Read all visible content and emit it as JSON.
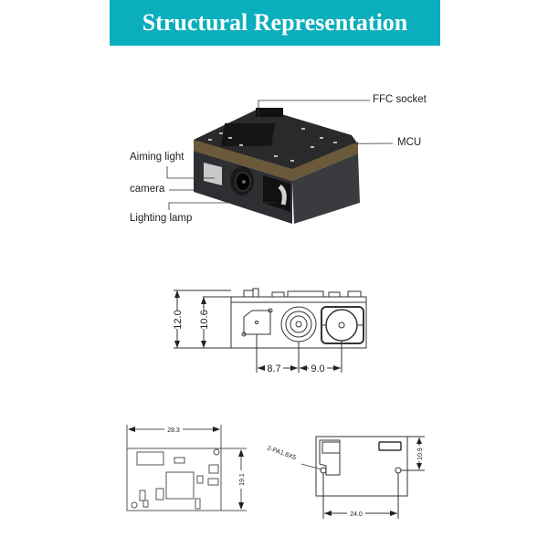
{
  "header": {
    "title": "Structural Representation",
    "background": "#0aaebc"
  },
  "photo": {
    "callouts": [
      {
        "id": "ffc",
        "label": "FFC socket"
      },
      {
        "id": "mcu",
        "label": "MCU"
      },
      {
        "id": "aiming",
        "label": "Aiming light"
      },
      {
        "id": "camera",
        "label": "camera"
      },
      {
        "id": "lamp",
        "label": "Lighting lamp"
      }
    ]
  },
  "front_view": {
    "dims": {
      "total_height": "12.0",
      "body_height": "10.6",
      "aim_to_camera": "8.7",
      "camera_to_lamp": "9.0"
    }
  },
  "top_view": {
    "dims": {
      "width": "28.3",
      "height": "19.1"
    }
  },
  "bottom_view": {
    "screw_label": "2-PA1.6X5",
    "dims": {
      "hole_spacing": "24.0",
      "hole_height": "10.9"
    }
  }
}
